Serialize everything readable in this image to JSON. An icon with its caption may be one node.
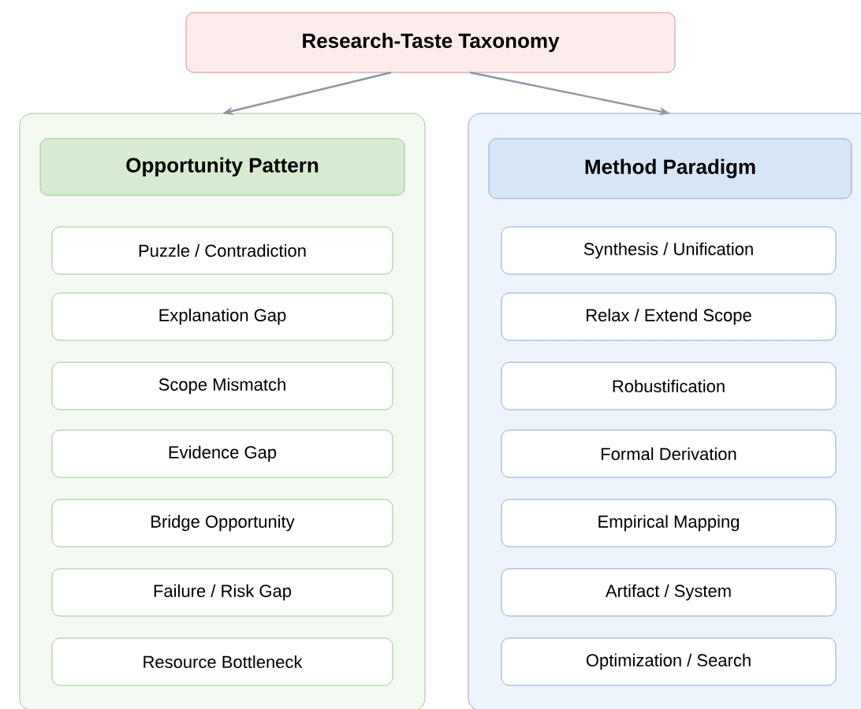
{
  "diagram": {
    "nodes": [
      {
        "text": [
          "Research-Taste Taxonomy"
        ]
      },
      {
        "text": [],
        "shape": "box"
      },
      {
        "text": [
          "Opportunity Pattern"
        ],
        "in": 1
      },
      {
        "text": [
          "Puzzle / Contradiction"
        ],
        "in": 1
      },
      {
        "text": [
          "Explanation Gap"
        ],
        "in": 1
      },
      {
        "text": [
          "Scope Mismatch"
        ],
        "in": 1
      },
      {
        "text": [
          "Evidence Gap"
        ],
        "in": 1
      },
      {
        "text": [
          "Bridge Opportunity"
        ],
        "in": 1
      },
      {
        "text": [
          "Failure / Risk Gap"
        ],
        "in": 1
      },
      {
        "text": [
          "Resource Bottleneck"
        ],
        "in": 1
      },
      {
        "text": [],
        "shape": "box"
      },
      {
        "text": [
          "Method Paradigm"
        ],
        "in": 10
      },
      {
        "text": [
          "Synthesis / Unification"
        ],
        "in": 10
      },
      {
        "text": [
          "Relax / Extend Scope"
        ],
        "in": 10
      },
      {
        "text": [
          "Robustification"
        ],
        "in": 10
      },
      {
        "text": [
          "Formal Derivation"
        ],
        "in": 10
      },
      {
        "text": [
          "Empirical Mapping"
        ],
        "in": 10
      },
      {
        "text": [
          "Artifact / System"
        ],
        "in": 10
      },
      {
        "text": [
          "Optimization / Search"
        ],
        "in": 10
      }
    ],
    "edges": [
      {
        "from": 0,
        "to": 1,
        "arrow": "to"
      },
      {
        "from": 0,
        "to": 10,
        "arrow": "to"
      }
    ]
  }
}
